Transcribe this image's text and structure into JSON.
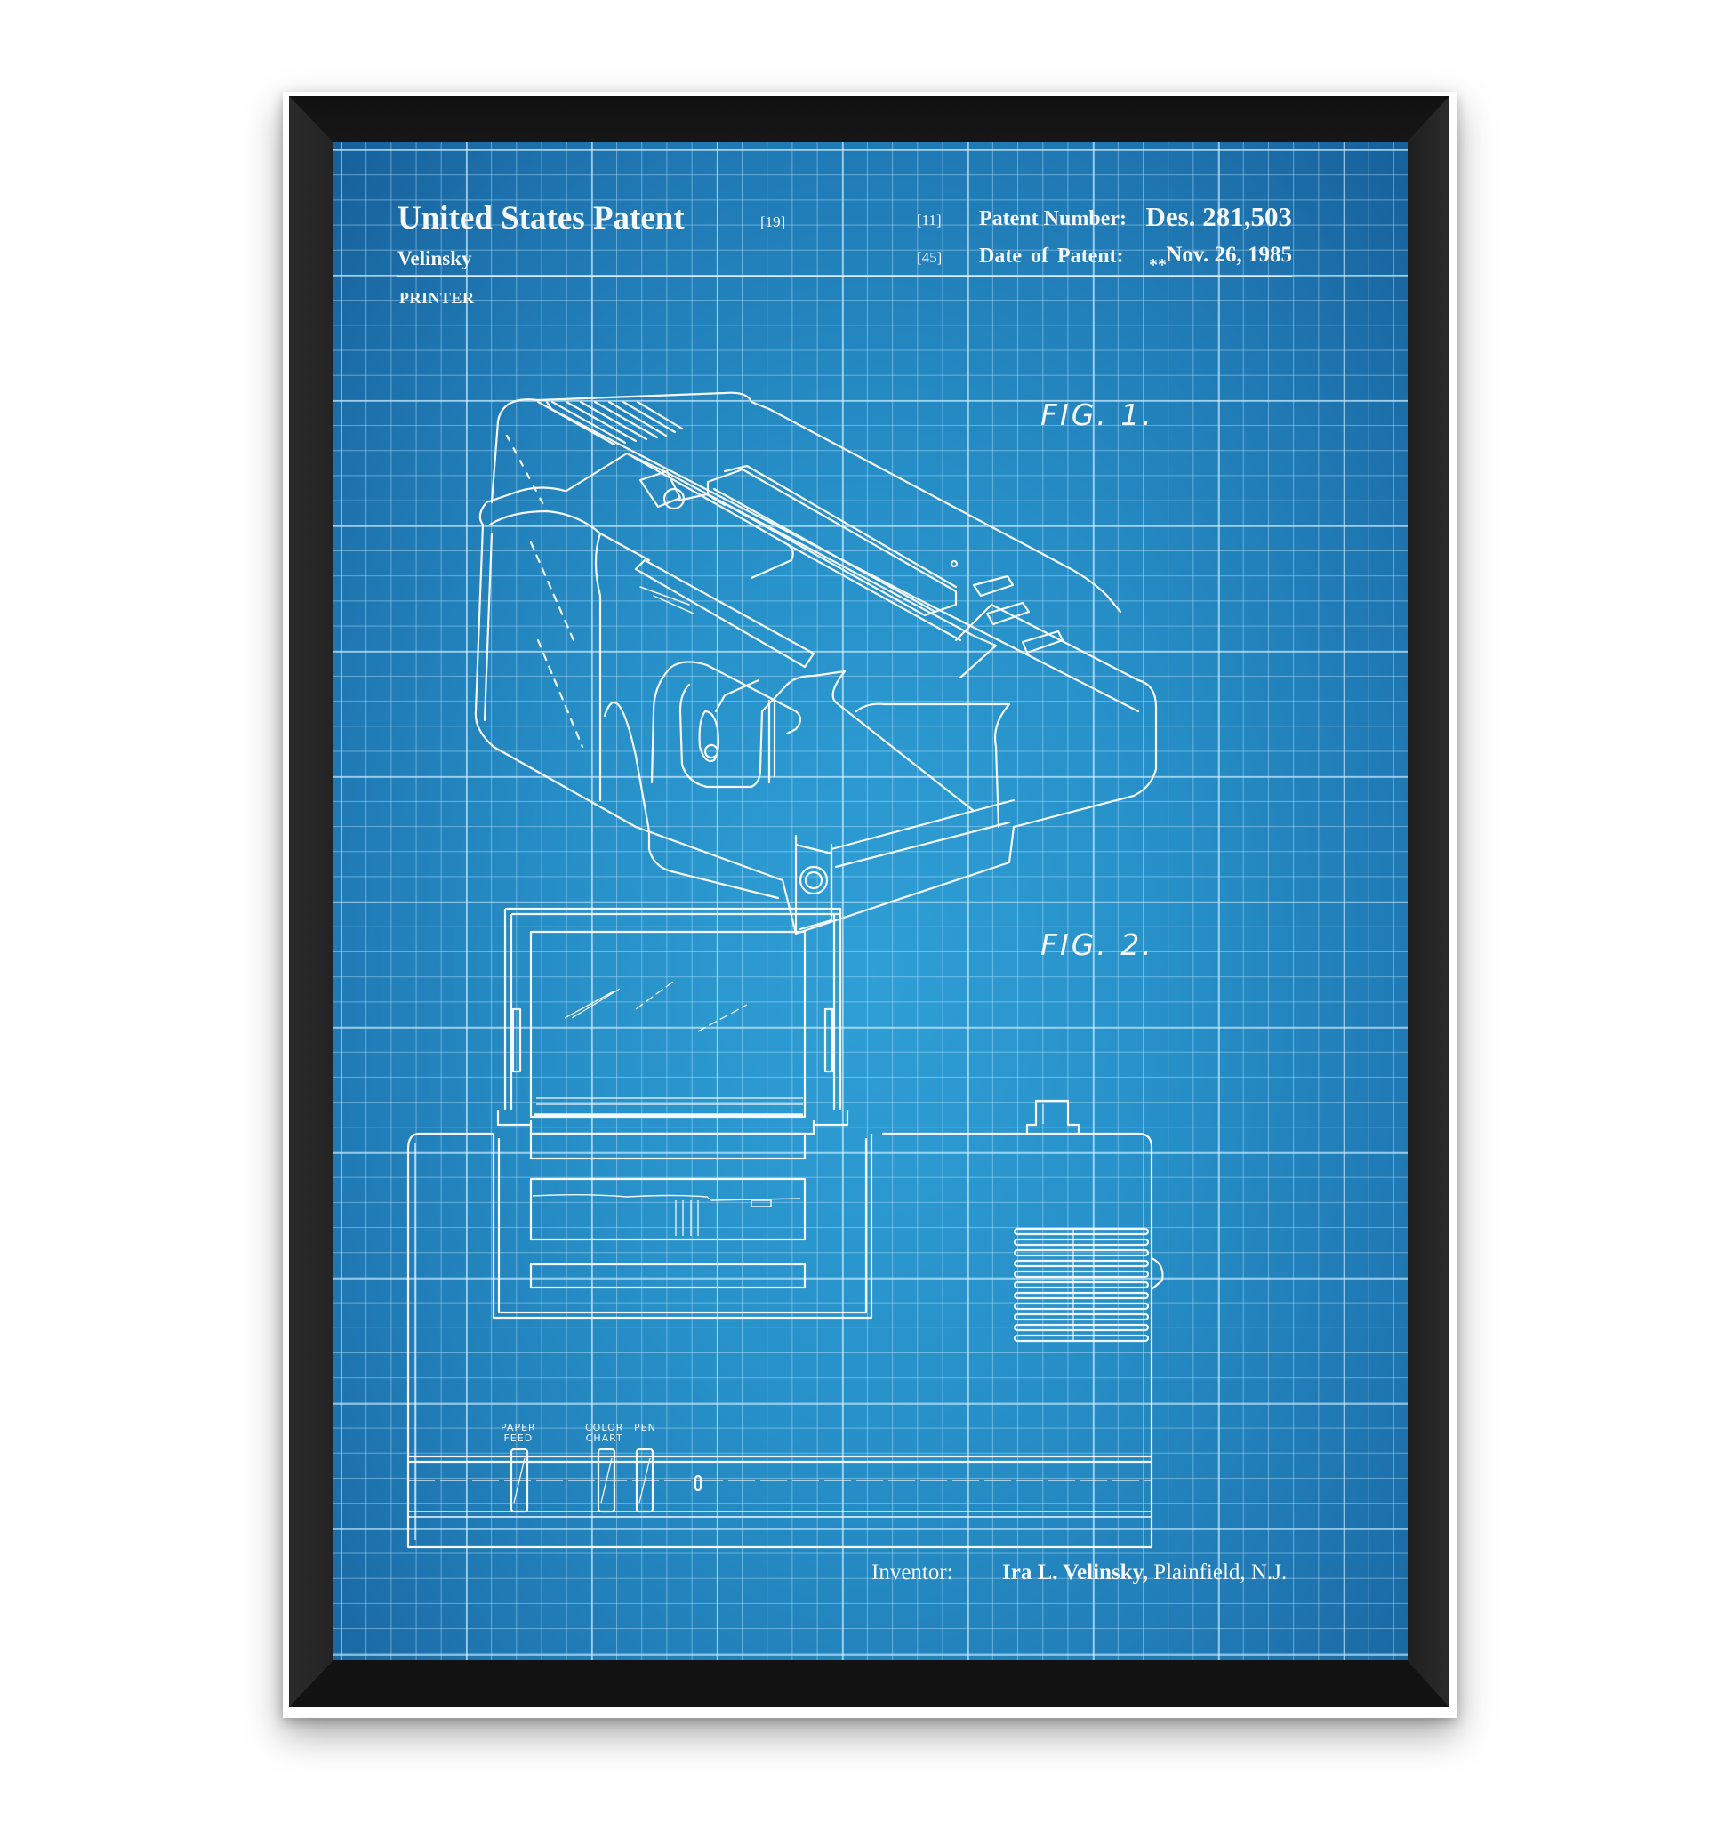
{
  "patent": {
    "header_title": "United States Patent",
    "header_tag": "[19]",
    "author": "Velinsky",
    "subject": "PRINTER",
    "number_tag": "[11]",
    "number_label": "Patent Number:",
    "number_value": "Des. 281,503",
    "date_tag": "[45]",
    "date_label": "Date of Patent:",
    "date_marker": "**",
    "date_value": "Nov. 26, 1985"
  },
  "figures": {
    "fig1_label": "FIG. 1.",
    "fig2_label": "FIG. 2.",
    "controls": {
      "paper_feed": [
        "PAPER",
        "FEED"
      ],
      "color_chart": [
        "COLOR",
        "CHART"
      ],
      "pen": "PEN"
    }
  },
  "footer": {
    "inventor_label": "Inventor:",
    "inventor_name": "Ira L. Velinsky,",
    "inventor_location": "Plainfield, N.J."
  },
  "colors": {
    "frame": "#1d1d1d",
    "blueprint": "#2790c8",
    "line": "#f4f8fb"
  }
}
